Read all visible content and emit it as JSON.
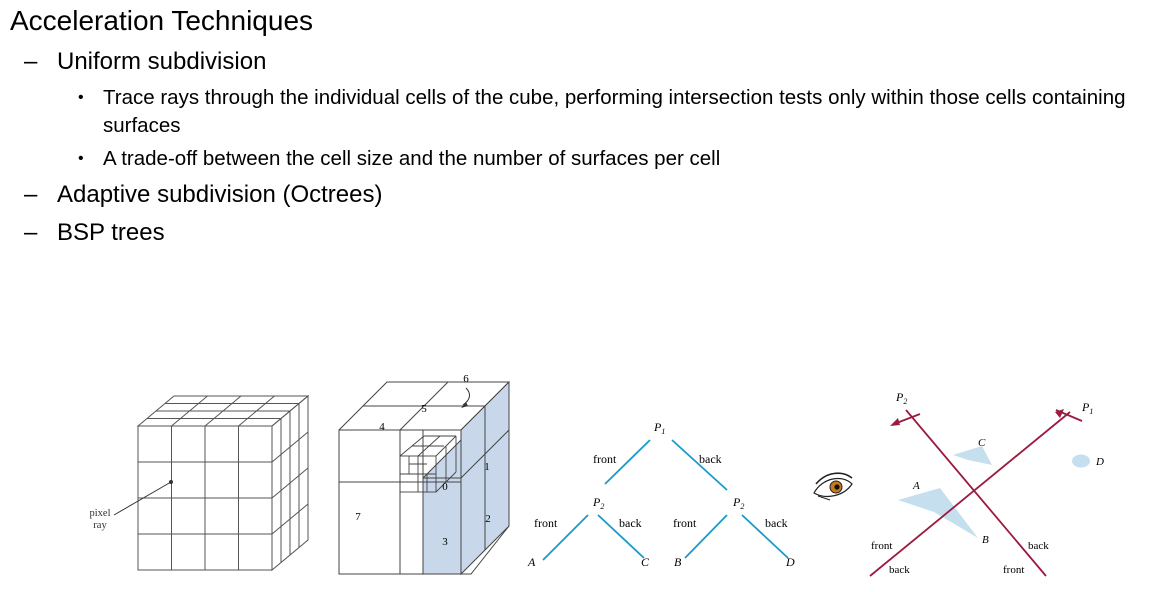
{
  "title": "Acceleration Techniques",
  "bullets": [
    {
      "text": "Uniform subdivision",
      "children": [
        "Trace rays through the individual cells of the cube, performing intersection tests only within those cells containing surfaces",
        "A trade-off between the cell size and the number of surfaces per cell"
      ]
    },
    {
      "text": "Adaptive subdivision (Octrees)"
    },
    {
      "text": "BSP trees"
    }
  ],
  "markers": {
    "dash": "–",
    "dot": "•"
  },
  "figures": {
    "uniform_grid": {
      "label_pixel": "pixel",
      "label_ray": "ray"
    },
    "octree": {
      "cells": [
        "4",
        "5",
        "6",
        "1",
        "0",
        "7",
        "2",
        "3"
      ]
    },
    "bsp_tree": {
      "root": "P1",
      "left_node": "P2",
      "right_node": "P2",
      "leaves": [
        "A",
        "C",
        "B",
        "D"
      ],
      "front": "front",
      "back": "back"
    },
    "bsp_space": {
      "planes": [
        "P2",
        "P1"
      ],
      "objects": [
        "C",
        "D",
        "A",
        "B"
      ],
      "front": "front",
      "back": "back"
    }
  },
  "colors": {
    "tree_line": "#1a9acb",
    "plane_line": "#9b1b40",
    "cell_fill": "#c8d8ea",
    "object_fill": "#c6dfee"
  }
}
